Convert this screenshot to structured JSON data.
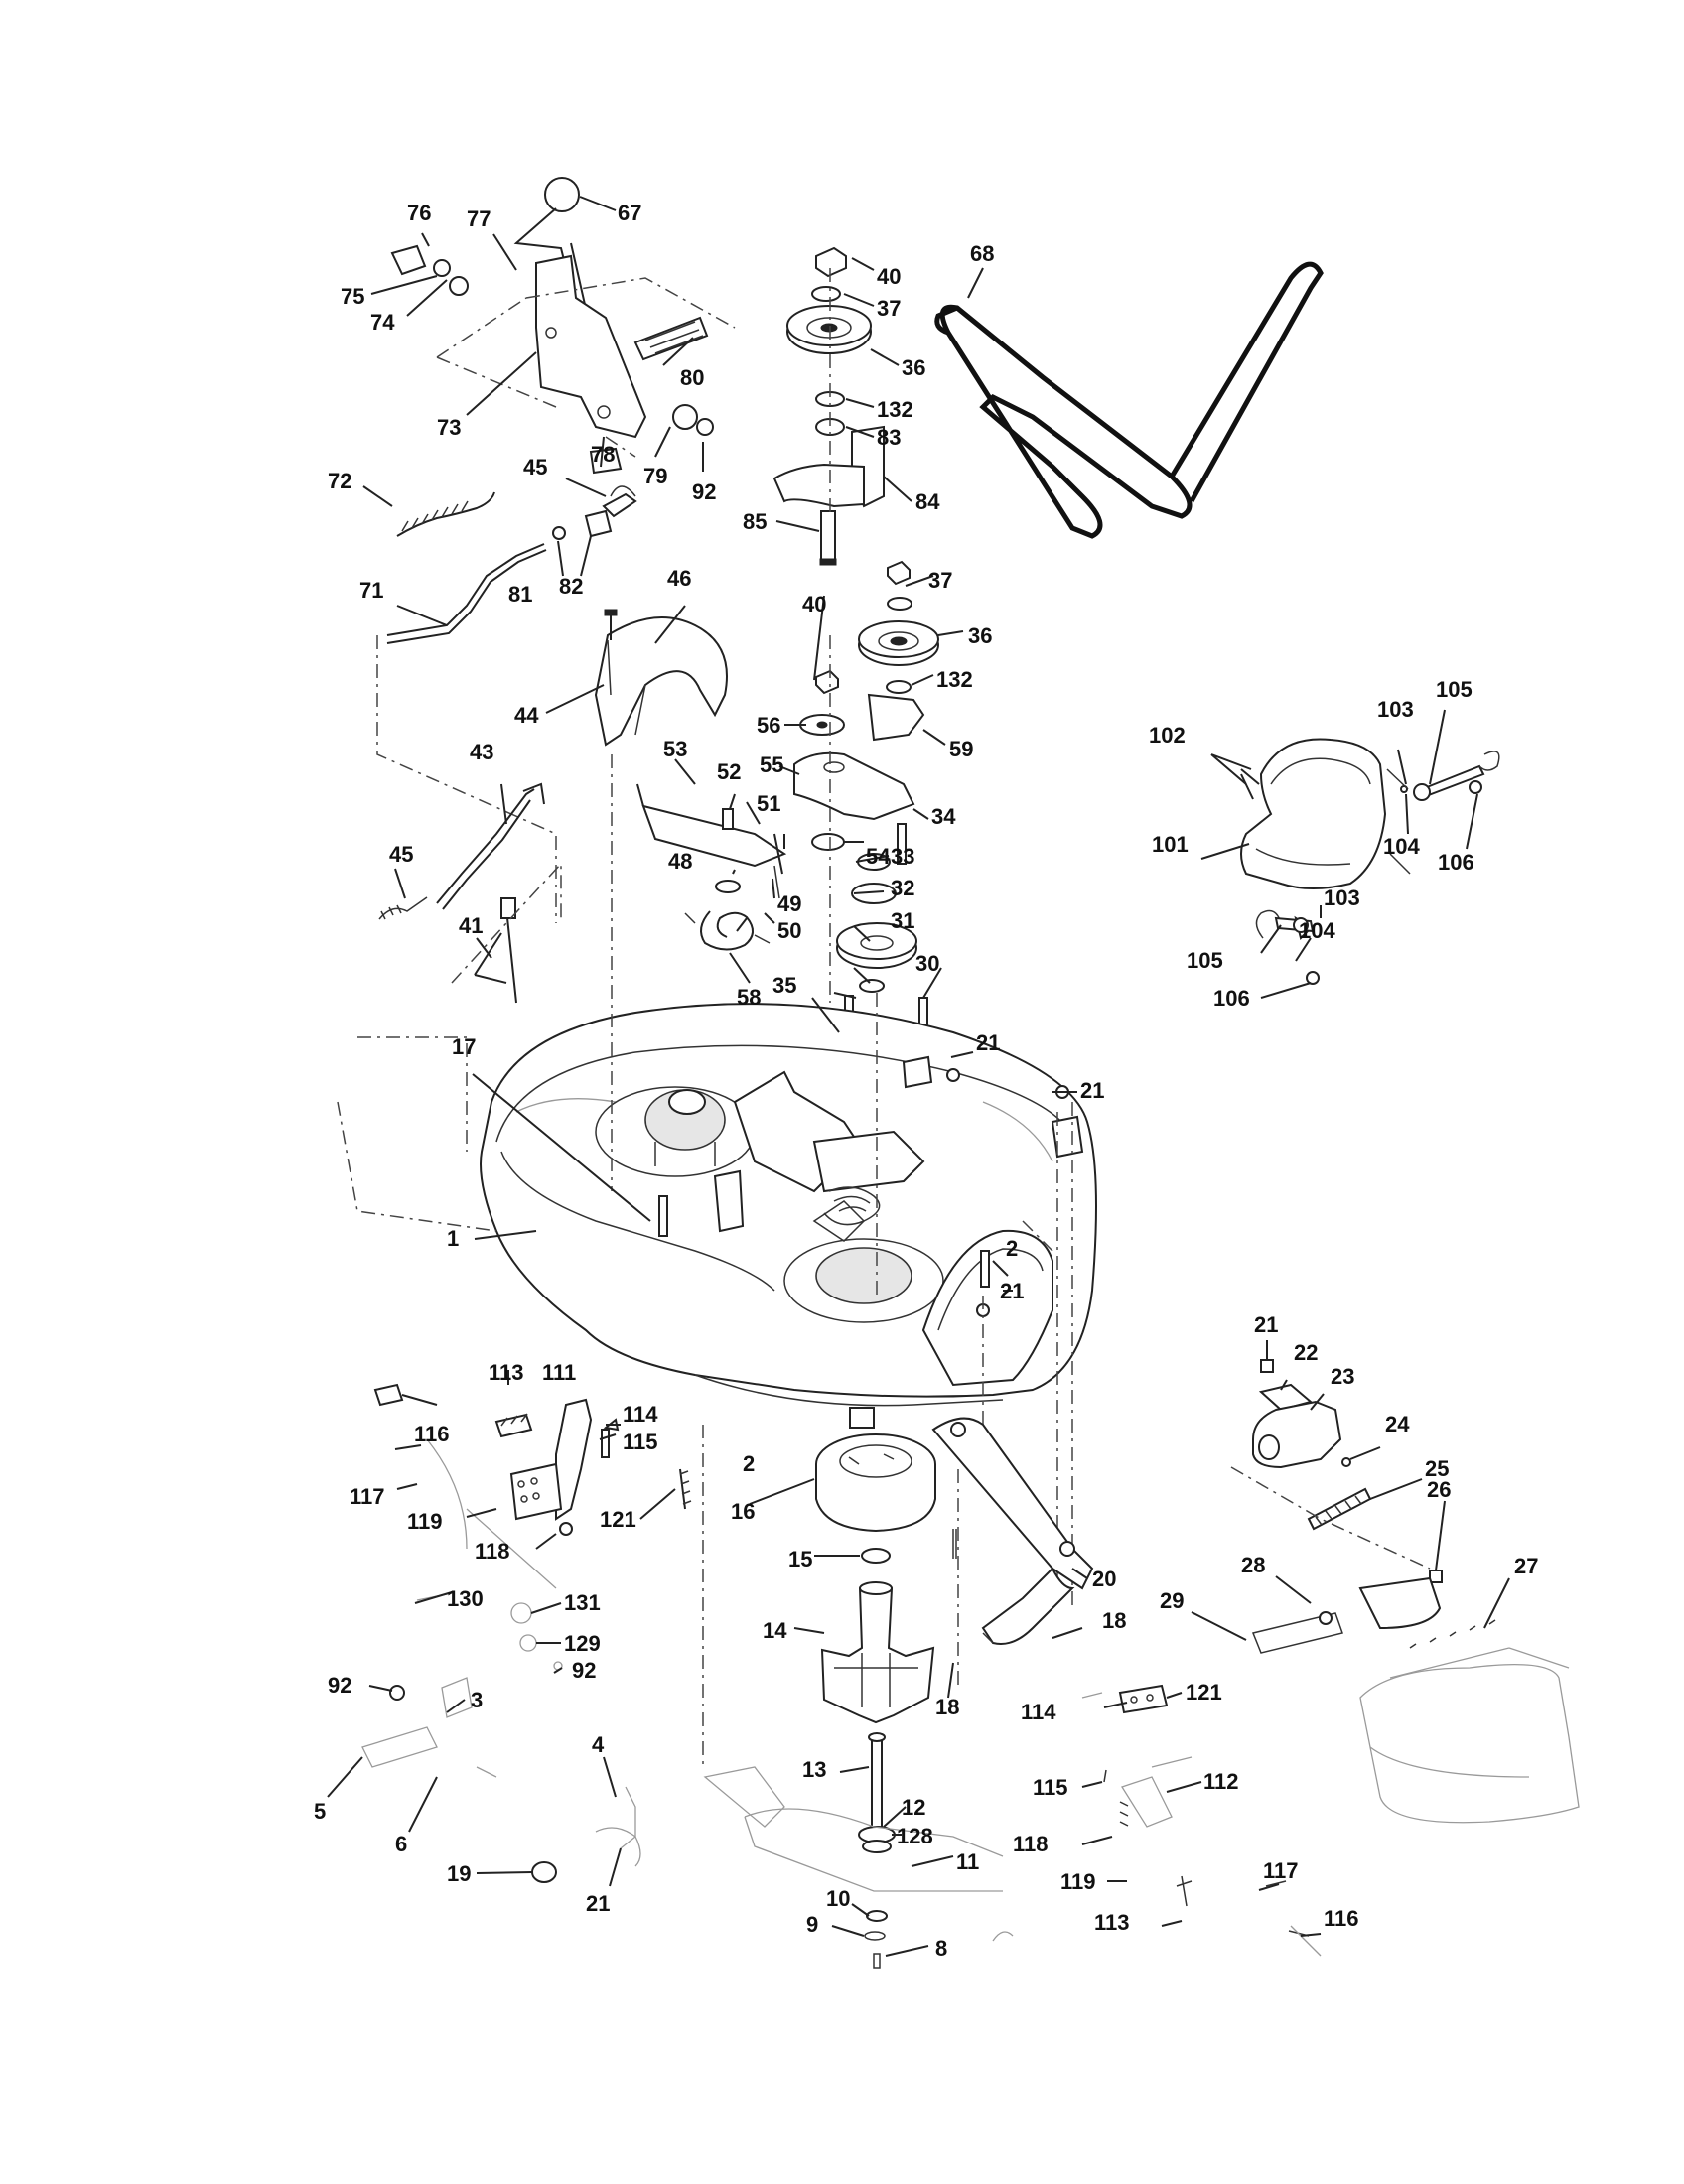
{
  "diagram": {
    "colors": {
      "ink": "#222222",
      "paper": "#ffffff",
      "faint": "#9a9a9a"
    },
    "labels": [
      "67",
      "76",
      "77",
      "75",
      "74",
      "80",
      "73",
      "78",
      "79",
      "92",
      "72",
      "45",
      "81",
      "82",
      "71",
      "46",
      "44",
      "40",
      "37",
      "36",
      "132",
      "83",
      "84",
      "85",
      "68",
      "40",
      "37",
      "36",
      "132",
      "56",
      "59",
      "55",
      "53",
      "52",
      "51",
      "34",
      "54",
      "48",
      "49",
      "50",
      "58",
      "33",
      "32",
      "31",
      "30",
      "35",
      "43",
      "45",
      "41",
      "17",
      "1",
      "21",
      "21",
      "2",
      "21",
      "102",
      "103",
      "105",
      "101",
      "104",
      "106",
      "103",
      "104",
      "105",
      "106",
      "113",
      "111",
      "114",
      "116",
      "115",
      "117",
      "119",
      "121",
      "118",
      "2",
      "16",
      "15",
      "14",
      "20",
      "18",
      "18",
      "21",
      "22",
      "23",
      "24",
      "25",
      "26",
      "27",
      "28",
      "29",
      "130",
      "131",
      "129",
      "92",
      "92",
      "3",
      "5",
      "6",
      "4",
      "19",
      "21",
      "13",
      "12",
      "128",
      "11",
      "10",
      "9",
      "8",
      "114",
      "121",
      "115",
      "112",
      "118",
      "119",
      "117",
      "113",
      "116"
    ]
  }
}
